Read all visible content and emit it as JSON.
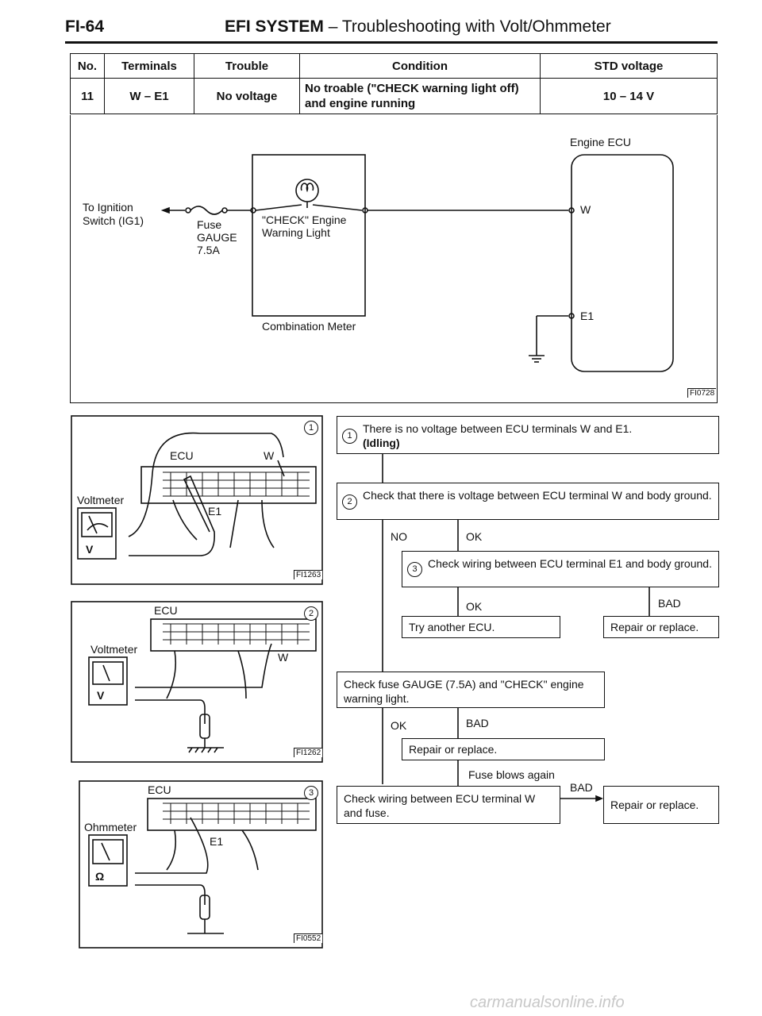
{
  "header": {
    "page_code": "FI-64",
    "title_bold": "EFI SYSTEM",
    "title_rest": " – Troubleshooting with Volt/Ohmmeter"
  },
  "spec_table": {
    "headers": [
      "No.",
      "Terminals",
      "Trouble",
      "Condition",
      "STD voltage"
    ],
    "row": {
      "no": "11",
      "terminals": "W – E1",
      "trouble": "No voltage",
      "condition": "No troable (\"CHECK warning light off) and engine running",
      "std_voltage": "10 – 14 V"
    }
  },
  "circuit": {
    "engine_ecu": "Engine ECU",
    "to_ignition": "To Ignition Switch (IG1)",
    "fuse": "Fuse",
    "fuse_name": "GAUGE",
    "fuse_rating": "7.5A",
    "check_light_line1": "\"CHECK\" Engine",
    "check_light_line2": "Warning Light",
    "combination_meter": "Combination Meter",
    "terminal_w": "W",
    "terminal_e1": "E1",
    "figure_id": "FI0728"
  },
  "diagrams": [
    {
      "num": "1",
      "ecu": "ECU",
      "meter": "Voltmeter",
      "meter_symbol": "V",
      "terminal": "E1",
      "terminal2": "W",
      "figure_id": "FI1263"
    },
    {
      "num": "2",
      "ecu": "ECU",
      "meter": "Voltmeter",
      "meter_symbol": "V",
      "terminal": "W",
      "figure_id": "FI1262"
    },
    {
      "num": "3",
      "ecu": "ECU",
      "meter": "Ohmmeter",
      "meter_symbol": "Ω",
      "terminal": "E1",
      "figure_id": "FI0552"
    }
  ],
  "flow": {
    "step1": "There is no voltage between ECU terminals W and E1.",
    "step1_sub": "(Idling)",
    "step2": "Check that there is voltage between ECU terminal W and body ground.",
    "no": "NO",
    "ok": "OK",
    "step3": "Check wiring between ECU terminal E1 and body ground.",
    "ok2": "OK",
    "bad": "BAD",
    "try_ecu": "Try another ECU.",
    "repair1": "Repair or replace.",
    "check_fuse": "Check fuse GAUGE (7.5A) and \"CHECK\" engine warning light.",
    "ok3": "OK",
    "bad2": "BAD",
    "repair2": "Repair or replace.",
    "fuse_blows": "Fuse blows again",
    "check_wiring": "Check wiring between ECU terminal W and fuse.",
    "bad3": "BAD",
    "repair3": "Repair or replace."
  },
  "watermark": "carmanualsonline.info"
}
